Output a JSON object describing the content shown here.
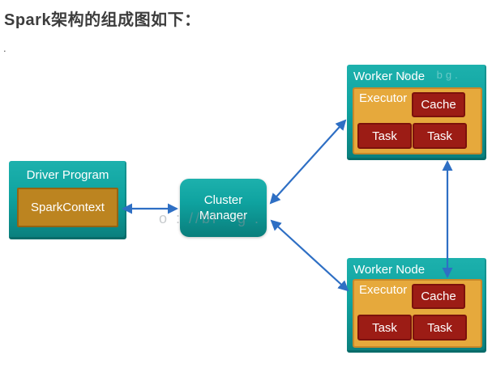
{
  "page": {
    "title": "Spark架构的组成图如下：",
    "stray_dot": "."
  },
  "colors": {
    "teal": "#0FA3A0",
    "teal_light": "#1DB1AD",
    "teal_dark": "#0A7E7C",
    "orange": "#E6A93C",
    "orange_dark": "#C8882A",
    "gold": "#BC8420",
    "gold_dark": "#936413",
    "dark_red": "#9C1C15",
    "dark_red_border": "#7C110C",
    "arrow_blue": "#2E6FC4",
    "title_text": "#3D3D3D",
    "white": "#FFFFFF"
  },
  "diagram": {
    "driver": {
      "label": "Driver Program",
      "spark_context": "SparkContext"
    },
    "cluster_manager": {
      "label": "Cluster Manager"
    },
    "worker_top": {
      "label": "Worker Node",
      "executor": "Executor",
      "cache": "Cache",
      "tasks": [
        "Task",
        "Task"
      ]
    },
    "worker_bottom": {
      "label": "Worker Node",
      "executor": "Executor",
      "cache": "Cache",
      "tasks": [
        "Task",
        "Task"
      ]
    },
    "watermark_mid": "o : //bl   g .",
    "watermark_top": "b:   bg."
  }
}
